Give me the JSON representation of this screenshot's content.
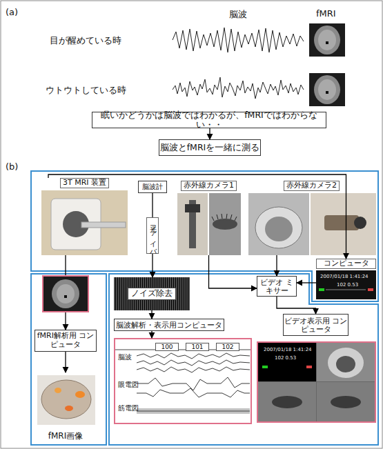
{
  "diagram": {
    "nodes": [
      {
        "text": [
          "眠いかどうかは脳波ではわかるが、fMRIではわからない・・"
        ]
      },
      {
        "text": [
          "脳波とfMRIを一緒に測る"
        ]
      },
      {
        "text": [
          "3T MRI 装置"
        ]
      },
      {
        "text": [
          "脳波計"
        ]
      },
      {
        "text": [
          "赤外線カメラ1"
        ]
      },
      {
        "text": [
          "赤外線カメラ2"
        ]
      },
      {
        "text": [
          "コンピュータ",
          "2007/01/18 1:41:24",
          "102 0.53"
        ]
      },
      {
        "text": [
          "ビデオ ミキサー"
        ]
      },
      {
        "text": [
          "fMRI解析用 コンピュータ"
        ]
      },
      {
        "text": [
          "fMRI画像"
        ]
      },
      {
        "text": [
          "ノイズ除去"
        ]
      },
      {
        "text": [
          "脳波解析・表示用コンピュータ"
        ]
      },
      {
        "text": [
          "100",
          "101",
          "102",
          "脳波",
          "眼電図",
          "筋電図"
        ]
      },
      {
        "text": [
          "ビデオ表示用 コンピュータ"
        ]
      },
      {
        "text": [
          "2007/01/18 1:41:24",
          "102 0.53"
        ]
      }
    ],
    "edges": [
      {
        "from": 0,
        "to": 1,
        "arrow": "to"
      },
      {
        "from": 2,
        "to": 8,
        "arrow": "to"
      },
      {
        "from": 2,
        "to": 6,
        "arrow": "to"
      },
      {
        "from": 3,
        "to": 10,
        "label": "光ファイバ",
        "arrow": "to"
      },
      {
        "from": 4,
        "to": 7,
        "arrow": "to"
      },
      {
        "from": 5,
        "to": 7,
        "arrow": "to"
      },
      {
        "from": 6,
        "to": 7,
        "arrow": "to"
      },
      {
        "from": 7,
        "to": 13,
        "arrow": "to"
      },
      {
        "from": 8,
        "to": 9,
        "arrow": "to"
      },
      {
        "from": 10,
        "to": 11,
        "arrow": "to"
      },
      {
        "from": 11,
        "to": 12,
        "arrow": "to"
      }
    ],
    "labels": [
      "(a)",
      "脳波",
      "fMRI",
      "目が醒めている時",
      "ウトウトしている時",
      "(b)"
    ]
  }
}
